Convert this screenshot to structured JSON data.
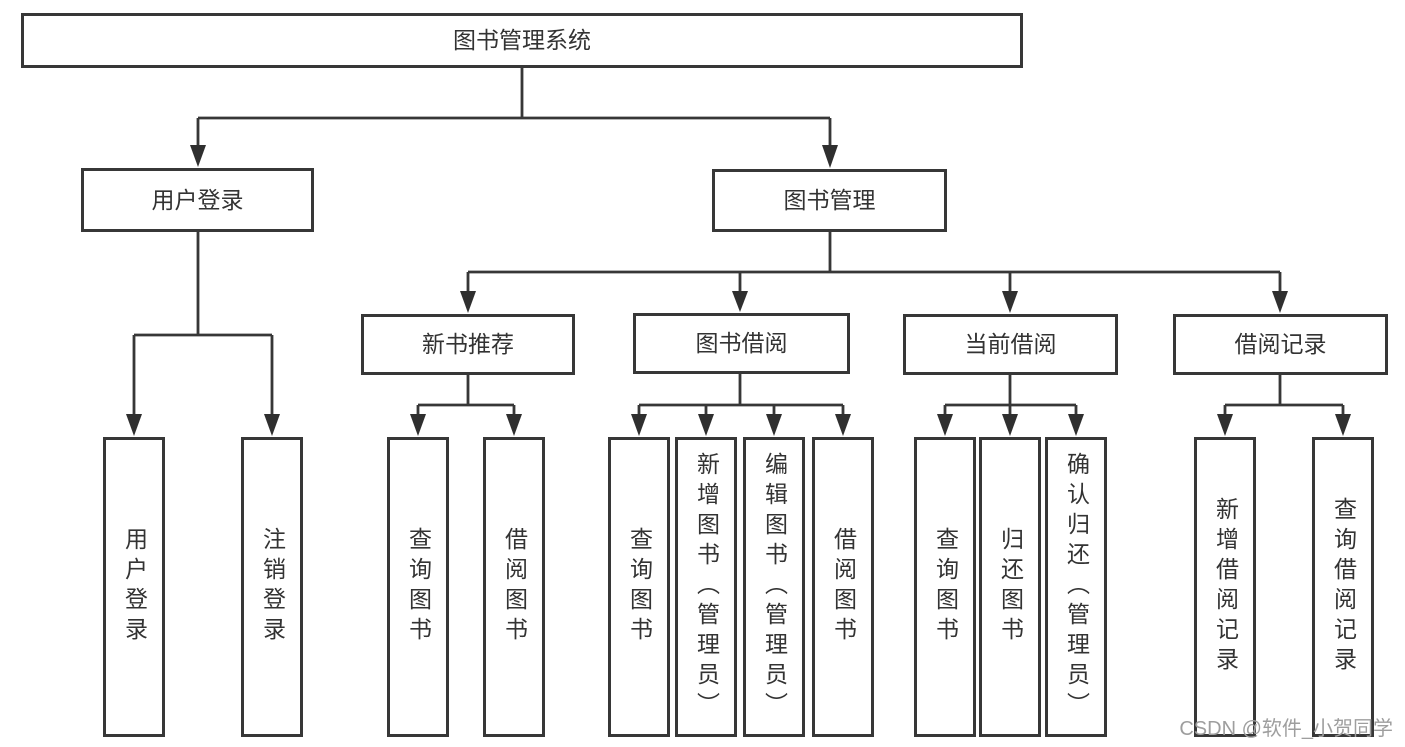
{
  "diagram": {
    "root": {
      "label": "图书管理系统"
    },
    "branches": [
      {
        "label": "用户登录",
        "children": [
          {
            "label": "用户登录"
          },
          {
            "label": "注销登录"
          }
        ]
      },
      {
        "label": "图书管理",
        "sections": [
          {
            "label": "新书推荐",
            "children": [
              {
                "label": "查询图书"
              },
              {
                "label": "借阅图书"
              }
            ]
          },
          {
            "label": "图书借阅",
            "children": [
              {
                "label": "查询图书"
              },
              {
                "label": "新增图书（管理员）"
              },
              {
                "label": "编辑图书（管理员）"
              },
              {
                "label": "借阅图书"
              }
            ]
          },
          {
            "label": "当前借阅",
            "children": [
              {
                "label": "查询图书"
              },
              {
                "label": "归还图书"
              },
              {
                "label": "确认归还（管理员）"
              }
            ]
          },
          {
            "label": "借阅记录",
            "children": [
              {
                "label": "新增借阅记录"
              },
              {
                "label": "查询借阅记录"
              }
            ]
          }
        ]
      }
    ],
    "watermark": "CSDN @软件_小贺同学",
    "colors": {
      "line": "#373737",
      "arrow": "#2f2f2f",
      "box_border": "#373737",
      "text": "#333333",
      "watermark_text": "#9e9e9e",
      "background": "#ffffff"
    }
  }
}
